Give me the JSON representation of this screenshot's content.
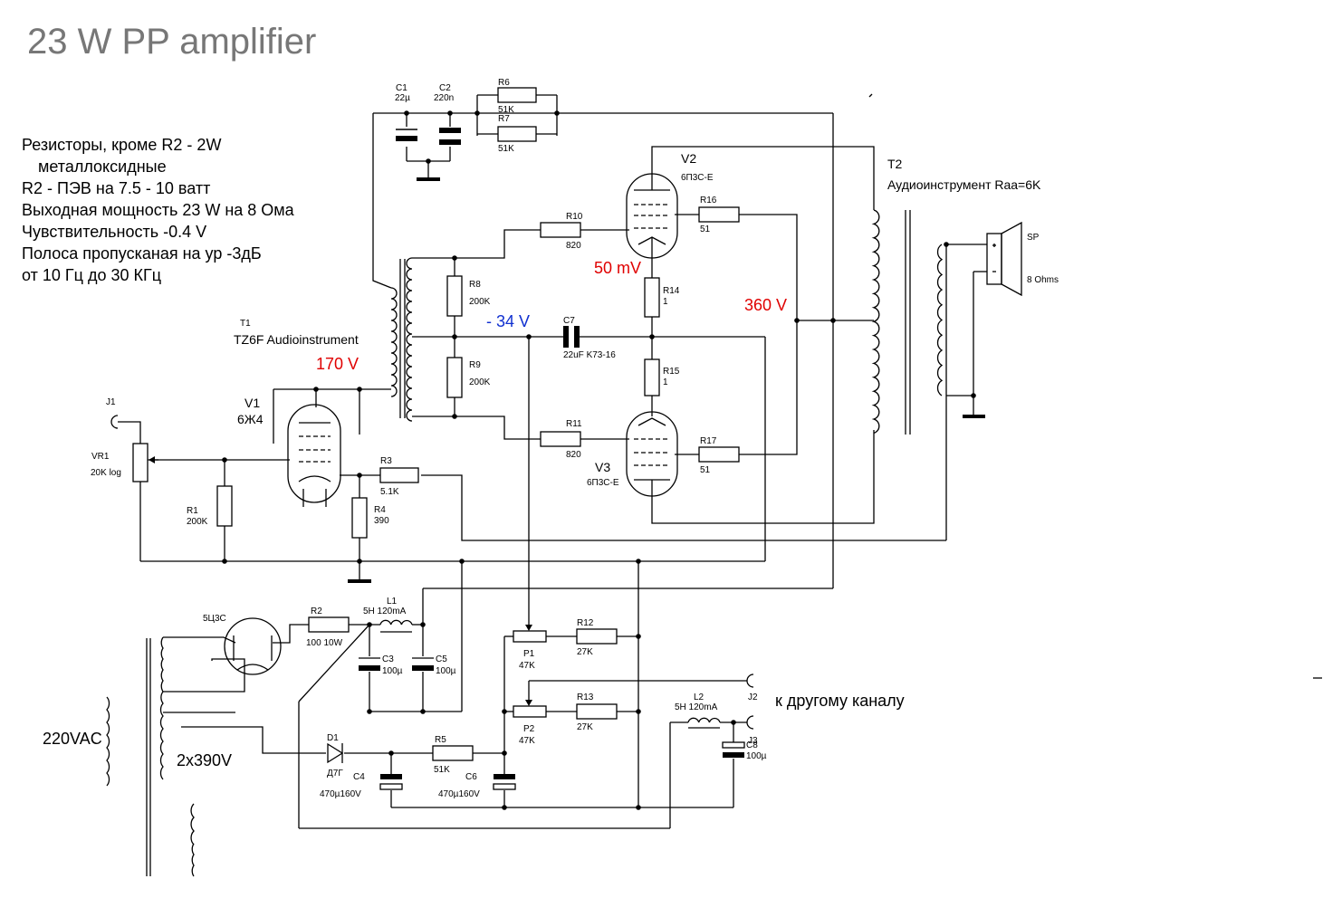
{
  "title": "23 W PP amplifier",
  "notes": [
    "Резисторы, кроме R2 - 2W",
    "металлоксидные",
    "R2 - ПЭВ на 7.5 - 10 ватт",
    "Выходная мощность 23  W на 8 Ома",
    "Чувствительность -0.4 V",
    "Полоса пропусканая на ур -3дБ",
    "от 10 Гц до 30 КГц"
  ],
  "voltages": {
    "v1_anode": "170 V",
    "g2_cathode": "50 mV",
    "bias": "- 34 V",
    "b_plus": "360 V"
  },
  "components": {
    "c1": {
      "ref": "C1",
      "value": "22µ"
    },
    "c2": {
      "ref": "C2",
      "value": "220n"
    },
    "r6": {
      "ref": "R6",
      "value": "51K"
    },
    "r7": {
      "ref": "R7",
      "value": "51K"
    },
    "v2": {
      "ref": "V2",
      "type": "6П3С-Е"
    },
    "v3": {
      "ref": "V3",
      "type": "6П3С-Е"
    },
    "v1": {
      "ref": "V1",
      "type": "6Ж4"
    },
    "t1": {
      "ref": "T1",
      "desc": "TZ6F Audioinstrument"
    },
    "t2": {
      "ref": "T2",
      "desc": "Аудиоинструмент Raa=6K"
    },
    "r10": {
      "ref": "R10",
      "value": "820"
    },
    "r11": {
      "ref": "R11",
      "value": "820"
    },
    "r16": {
      "ref": "R16",
      "value": "51"
    },
    "r17": {
      "ref": "R17",
      "value": "51"
    },
    "r8": {
      "ref": "R8",
      "value": "200K"
    },
    "r9": {
      "ref": "R9",
      "value": "200K"
    },
    "r14": {
      "ref": "R14",
      "value": "1"
    },
    "r15": {
      "ref": "R15",
      "value": "1"
    },
    "c7": {
      "ref": "C7",
      "value": "22uF K73-16"
    },
    "sp": {
      "ref": "SP",
      "value": "8 Ohms"
    },
    "j1": {
      "ref": "J1"
    },
    "vr1": {
      "ref": "VR1",
      "value": "20K log"
    },
    "r1": {
      "ref": "R1",
      "value": "200K"
    },
    "r3": {
      "ref": "R3",
      "value": "5.1K"
    },
    "r4": {
      "ref": "R4",
      "value": "390"
    },
    "rect": {
      "ref": "5Ц3С"
    },
    "r2": {
      "ref": "R2",
      "value": "100  10W"
    },
    "l1": {
      "ref": "L1",
      "value": "5H 120mA"
    },
    "c3": {
      "ref": "C3",
      "value": "100µ"
    },
    "c5": {
      "ref": "C5",
      "value": "100µ"
    },
    "p1": {
      "ref": "P1",
      "value": "47K"
    },
    "r12": {
      "ref": "R12",
      "value": "27K"
    },
    "p2": {
      "ref": "P2",
      "value": "47K"
    },
    "r13": {
      "ref": "R13",
      "value": "27K"
    },
    "j2": {
      "ref": "J2"
    },
    "j3": {
      "ref": "J3"
    },
    "l2": {
      "ref": "L2",
      "value": "5H 120mA"
    },
    "c8": {
      "ref": "C8",
      "value": "100µ"
    },
    "d1": {
      "ref": "D1",
      "value": "Д7Г"
    },
    "r5": {
      "ref": "R5",
      "value": "51K"
    },
    "c4": {
      "ref": "C4",
      "value": "470µ160V"
    },
    "c6": {
      "ref": "C6",
      "value": "470µ160V"
    }
  },
  "labels": {
    "other_channel": "к другому каналу",
    "mains": "220VAC",
    "secondary": "2x390V"
  }
}
